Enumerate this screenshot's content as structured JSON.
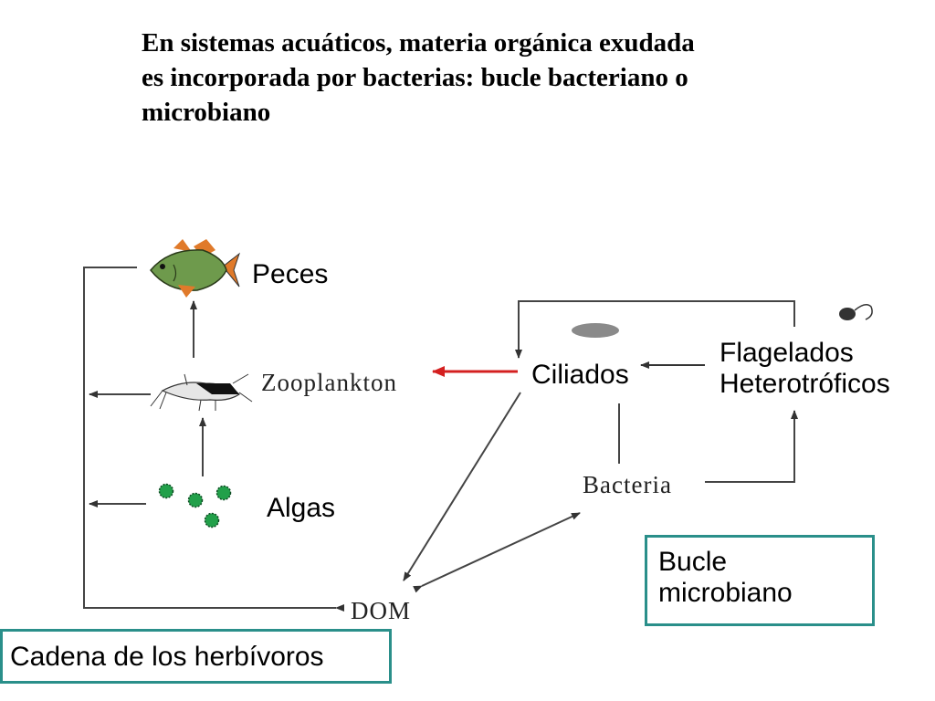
{
  "title": {
    "line1": "En sistemas acuáticos, materia orgánica exudada",
    "line2": "es incorporada por bacterias: bucle bacteriano o",
    "line3": "microbiano"
  },
  "nodes": {
    "peces": "Peces",
    "zooplankton": "Zooplankton",
    "algas": "Algas",
    "dom": "DOM",
    "ciliados": "Ciliados",
    "flagelados_line1": "Flagelados",
    "flagelados_line2": "Heterotróficos",
    "bacteria": "Bacteria"
  },
  "boxes": {
    "bucle_line1": "Bucle",
    "bucle_line2": "microbiano",
    "cadena": "Cadena de los herbívoros"
  },
  "colors": {
    "accent_border": "#2a8f8a",
    "feeding_arrow": "#d42020",
    "fish_body": "#6e9a4c",
    "fins": "#e07a2a",
    "algae": "#22a04a"
  }
}
